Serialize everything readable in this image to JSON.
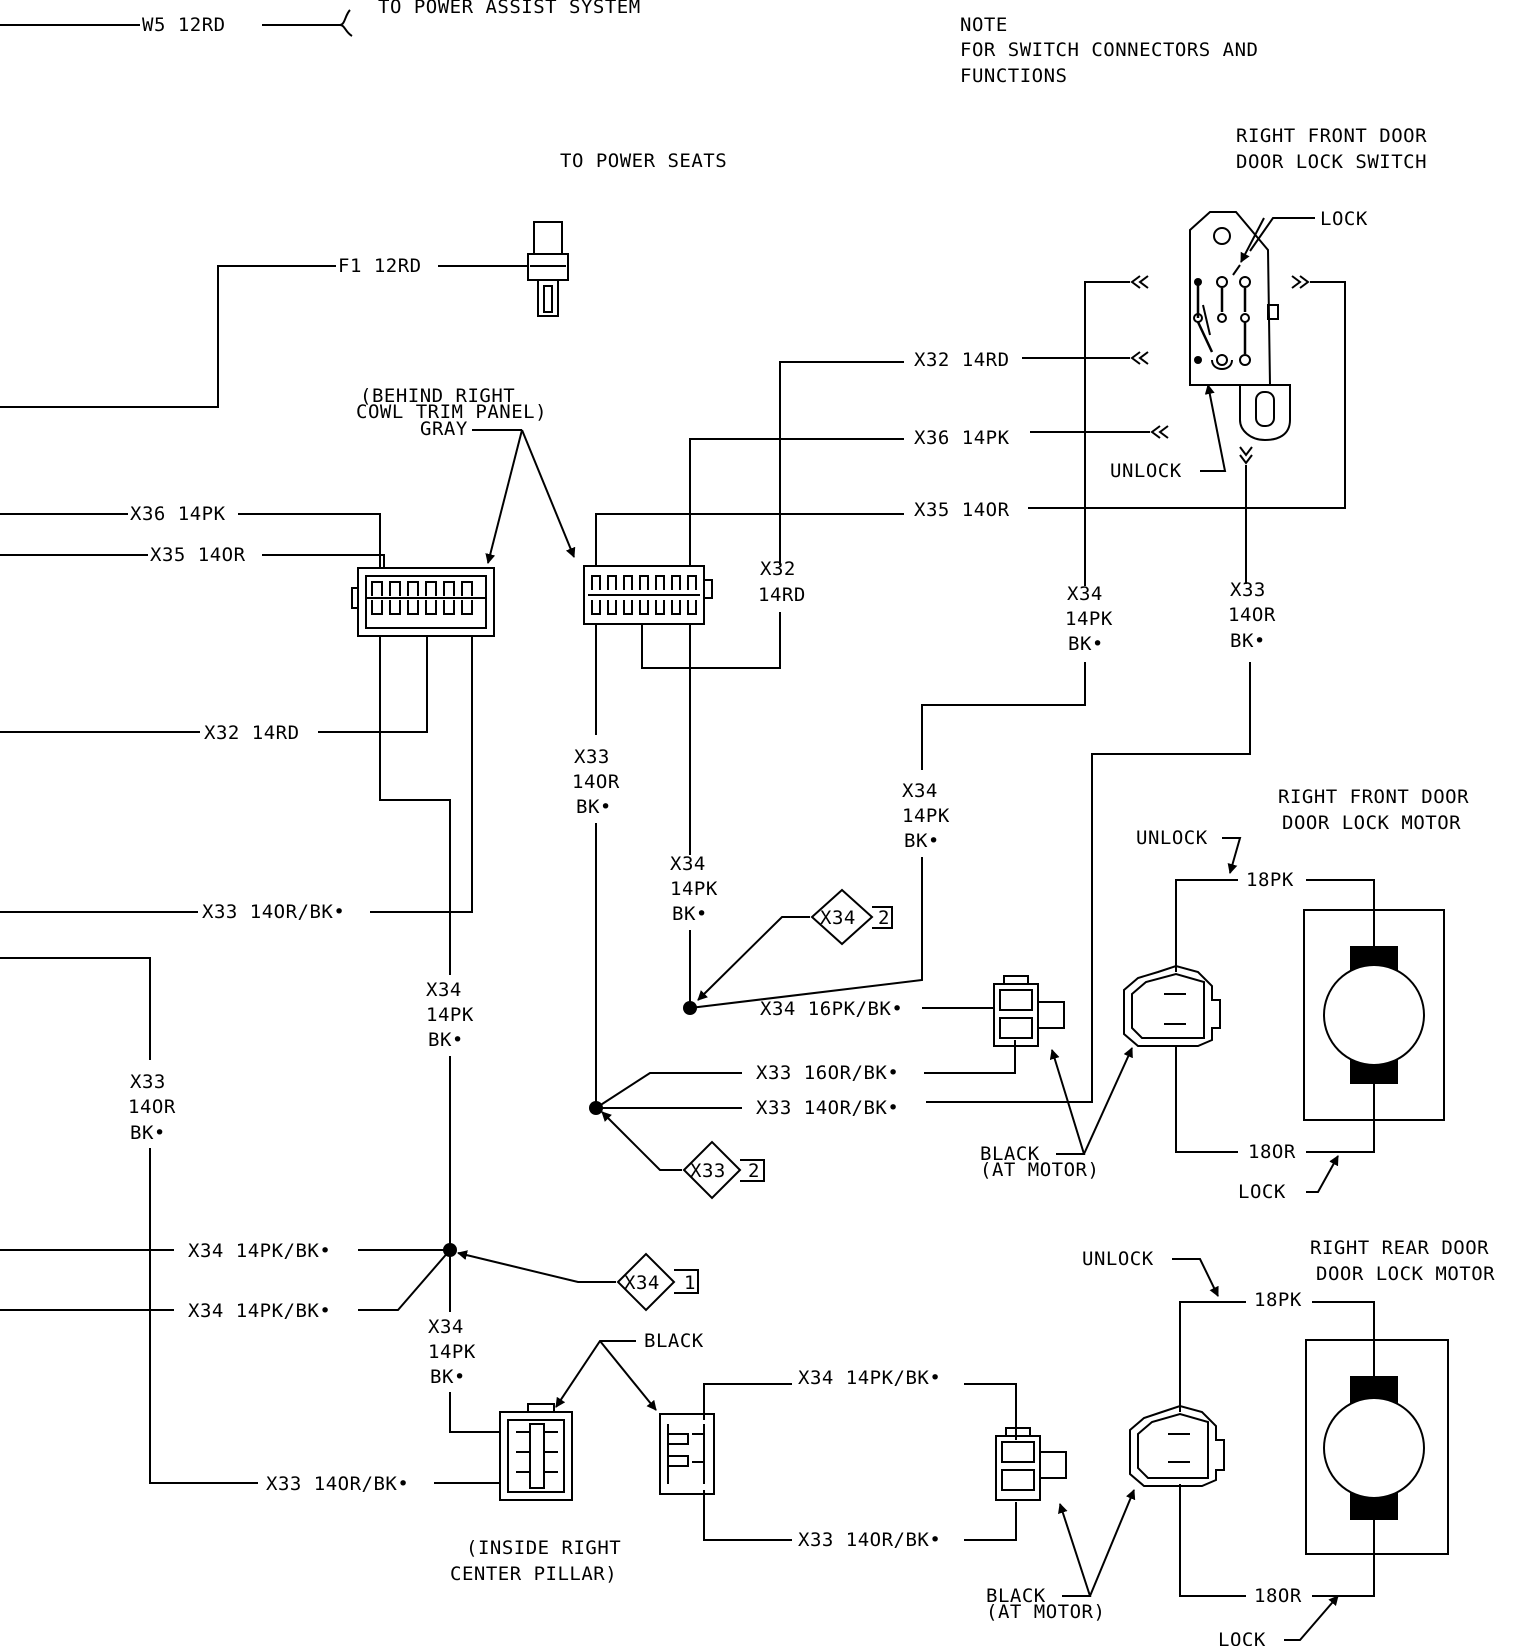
{
  "header": {
    "w5": "W5 12RD",
    "power_assist": "TO POWER ASSIST SYSTEM",
    "note_title": "NOTE",
    "note_line1": "FOR SWITCH CONNECTORS AND",
    "note_line2": "FUNCTIONS"
  },
  "power_seats": {
    "label": "TO POWER SEATS",
    "wire": "F1 12RD"
  },
  "switch": {
    "title_line1": "RIGHT FRONT DOOR",
    "title_line2": "DOOR LOCK SWITCH",
    "lock": "LOCK",
    "unlock": "UNLOCK"
  },
  "cowl": {
    "line1": "(BEHIND RIGHT",
    "line2": "COWL TRIM PANEL)",
    "line3": "GRAY"
  },
  "wires": {
    "x36_left": "X36 14PK",
    "x35_left": "X35 14OR",
    "x32_left": "X32 14RD",
    "x33_left": "X33 14OR/BK•",
    "x32_top": "X32 14RD",
    "x36_top": "X36 14PK",
    "x35_top": "X35 14OR",
    "x32_v_a": "X32",
    "x32_v_b": "14RD",
    "x34_sw_a": "X34",
    "x34_sw_b": "14PK",
    "x34_sw_c": "BK•",
    "x33_sw_a": "X33",
    "x33_sw_b": "14OR",
    "x33_sw_c": "BK•",
    "x34_mid_a": "X34",
    "x34_mid_b": "14PK",
    "x34_mid_c": "BK•",
    "x33_mid_a": "X33",
    "x33_mid_b": "14OR",
    "x33_mid_c": "BK•",
    "x34_c_a": "X34",
    "x34_c_b": "14PK",
    "x34_c_c": "BK•",
    "x34_16pk": "X34 16PK/BK•",
    "x33_16or": "X33 16OR/BK•",
    "x33_14or": "X33 14OR/BK•",
    "x34_l_a": "X34",
    "x34_l_b": "14PK",
    "x34_l_c": "BK•",
    "x33_far_a": "X33",
    "x33_far_b": "14OR",
    "x33_far_c": "BK•",
    "x34_h1": "X34 14PK/BK•",
    "x34_h2": "X34 14PK/BK•",
    "x34_low_a": "X34",
    "x34_low_b": "14PK",
    "x34_low_c": "BK•",
    "x33_bottom": "X33 14OR/BK•",
    "x34_rr": "X34 14PK/BK•",
    "x33_rr": "X33 14OR/BK•"
  },
  "splices": {
    "s1_id": "X34",
    "s1_n": "2",
    "s2_id": "X33",
    "s2_n": "2",
    "s3_id": "X34",
    "s3_n": "1"
  },
  "front_motor": {
    "title_line1": "RIGHT FRONT DOOR",
    "title_line2": "DOOR LOCK MOTOR",
    "unlock": "UNLOCK",
    "pk": "18PK",
    "or": "18OR",
    "lock": "LOCK",
    "black1": "BLACK",
    "black2": "(AT MOTOR)"
  },
  "rear_motor": {
    "title_line1": "RIGHT REAR DOOR",
    "title_line2": "DOOR LOCK MOTOR",
    "unlock": "UNLOCK",
    "pk": "18PK",
    "or": "18OR",
    "lock": "LOCK",
    "black1": "BLACK",
    "black2": "(AT MOTOR)"
  },
  "pillar": {
    "black": "BLACK",
    "line1": "(INSIDE RIGHT",
    "line2": "CENTER PILLAR)"
  }
}
